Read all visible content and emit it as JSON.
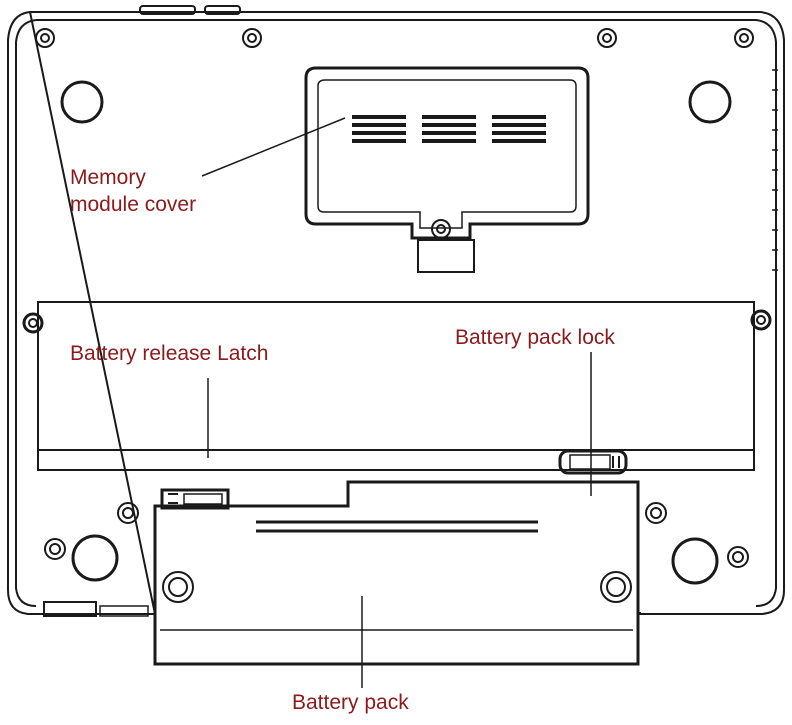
{
  "figure": {
    "label_color": "#8b1a1a",
    "line_color": "#1a1a1a",
    "labels": {
      "memory_cover_line1": "Memory",
      "memory_cover_line2": "module cover",
      "battery_release_latch": "Battery release Latch",
      "battery_pack_lock": "Battery pack lock",
      "battery_pack": "Battery pack"
    }
  }
}
